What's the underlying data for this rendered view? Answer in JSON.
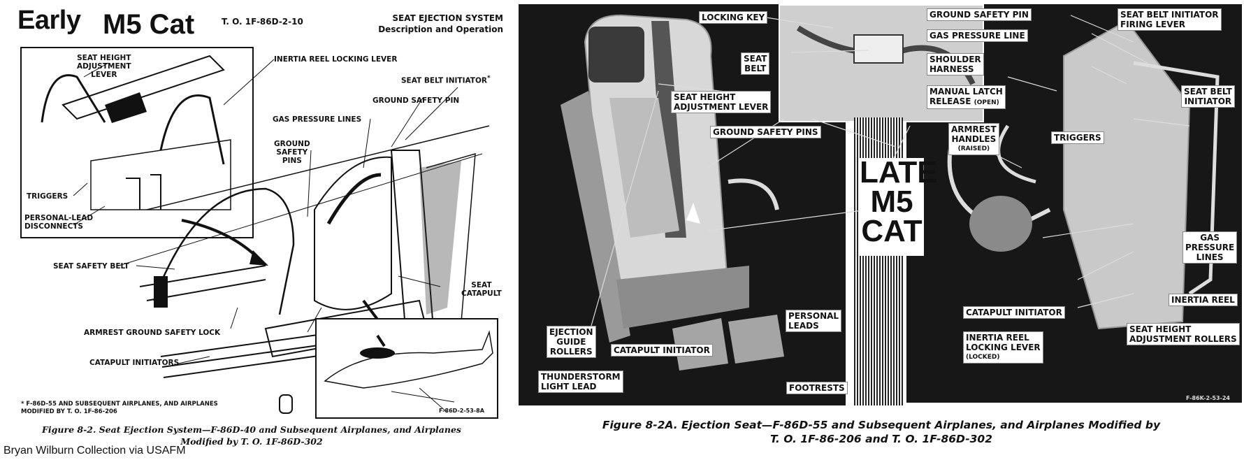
{
  "left_page": {
    "title_early": "Early",
    "title_model": "M5 Cat",
    "tech_order": "T. O. 1F-86D-2-10",
    "system_title": "SEAT EJECTION SYSTEM",
    "system_subtitle": "Description and Operation",
    "labels": {
      "seat_height_lever": [
        "SEAT HEIGHT",
        "ADJUSTMENT",
        "LEVER"
      ],
      "inertia_reel_locking_lever": "INERTIA REEL LOCKING LEVER",
      "seat_belt_initiator": "SEAT BELT INITIATOR",
      "asterisk": "*",
      "ground_safety_pin": "GROUND SAFETY PIN",
      "gas_pressure_lines": "GAS PRESSURE LINES",
      "ground_safety_pins": [
        "GROUND",
        "SAFETY",
        "PINS"
      ],
      "triggers": "TRIGGERS",
      "personal_lead_disconnects": [
        "PERSONAL-LEAD",
        "DISCONNECTS"
      ],
      "seat_safety_belt": "SEAT SAFETY BELT",
      "seat_catapult": [
        "SEAT",
        "CATAPULT"
      ],
      "armrest_ground_safety_lock": "ARMREST GROUND SAFETY LOCK",
      "catapult_initiators": "CATAPULT INITIATORS"
    },
    "footnote": [
      "* F-86D-55 AND SUBSEQUENT AIRPLANES, AND AIRPLANES",
      "MODIFIED BY T. O. 1F-86-206"
    ],
    "inset_code": "F-86D-2-53-8A",
    "caption": [
      "Figure 8-2. Seat Ejection System—F-86D-40 and Subsequent Airplanes, and Airplanes",
      "Modified by T. O. 1F-86D-302"
    ],
    "credit": "Bryan Wilburn Collection via USAFM"
  },
  "right_page": {
    "late_label": [
      "LATE",
      "M5",
      "CAT"
    ],
    "labels_left_panel": {
      "locking_key": "LOCKING KEY",
      "seat_belt": [
        "SEAT",
        "BELT"
      ],
      "seat_height_lever": [
        "SEAT HEIGHT",
        "ADJUSTMENT LEVER"
      ],
      "ground_safety_pins": "GROUND SAFETY PINS",
      "ejection_guide_rollers": [
        "EJECTION",
        "GUIDE",
        "ROLLERS"
      ],
      "catapult_initiator": "CATAPULT INITIATOR",
      "personal_leads": [
        "PERSONAL",
        "LEADS"
      ],
      "thunderstorm_light_lead": [
        "THUNDERSTORM",
        "LIGHT LEAD"
      ],
      "footrests": "FOOTRESTS"
    },
    "labels_right_panel": {
      "ground_safety_pin": "GROUND SAFETY PIN",
      "gas_pressure_line": "GAS PRESSURE LINE",
      "shoulder_harness": [
        "SHOULDER",
        "HARNESS"
      ],
      "manual_latch_release": [
        "MANUAL LATCH",
        "RELEASE",
        "(OPEN)"
      ],
      "seat_belt_initiator_firing_lever": [
        "SEAT BELT INITIATOR",
        "FIRING LEVER"
      ],
      "seat_belt_initiator": [
        "SEAT BELT",
        "INITIATOR"
      ],
      "armrest_handles": [
        "ARMREST",
        "HANDLES",
        "(RAISED)"
      ],
      "triggers": "TRIGGERS",
      "gas_pressure_lines": [
        "GAS",
        "PRESSURE",
        "LINES"
      ],
      "inertia_reel": "INERTIA REEL",
      "catapult_initiator": "CATAPULT INITIATOR",
      "inertia_reel_locking_lever": [
        "INERTIA REEL",
        "LOCKING LEVER",
        "(LOCKED)"
      ],
      "seat_height_rollers": [
        "SEAT HEIGHT",
        "ADJUSTMENT ROLLERS"
      ]
    },
    "figure_code": "F-86K-2-53-24",
    "caption": [
      "Figure 8-2A. Ejection Seat—F-86D-55 and Subsequent Airplanes, and Airplanes Modified by",
      "T. O. 1F-86-206 and T. O. 1F-86D-302"
    ]
  },
  "colors": {
    "ink": "#111111",
    "photo_bg": "#171717",
    "paper": "#ffffff"
  }
}
